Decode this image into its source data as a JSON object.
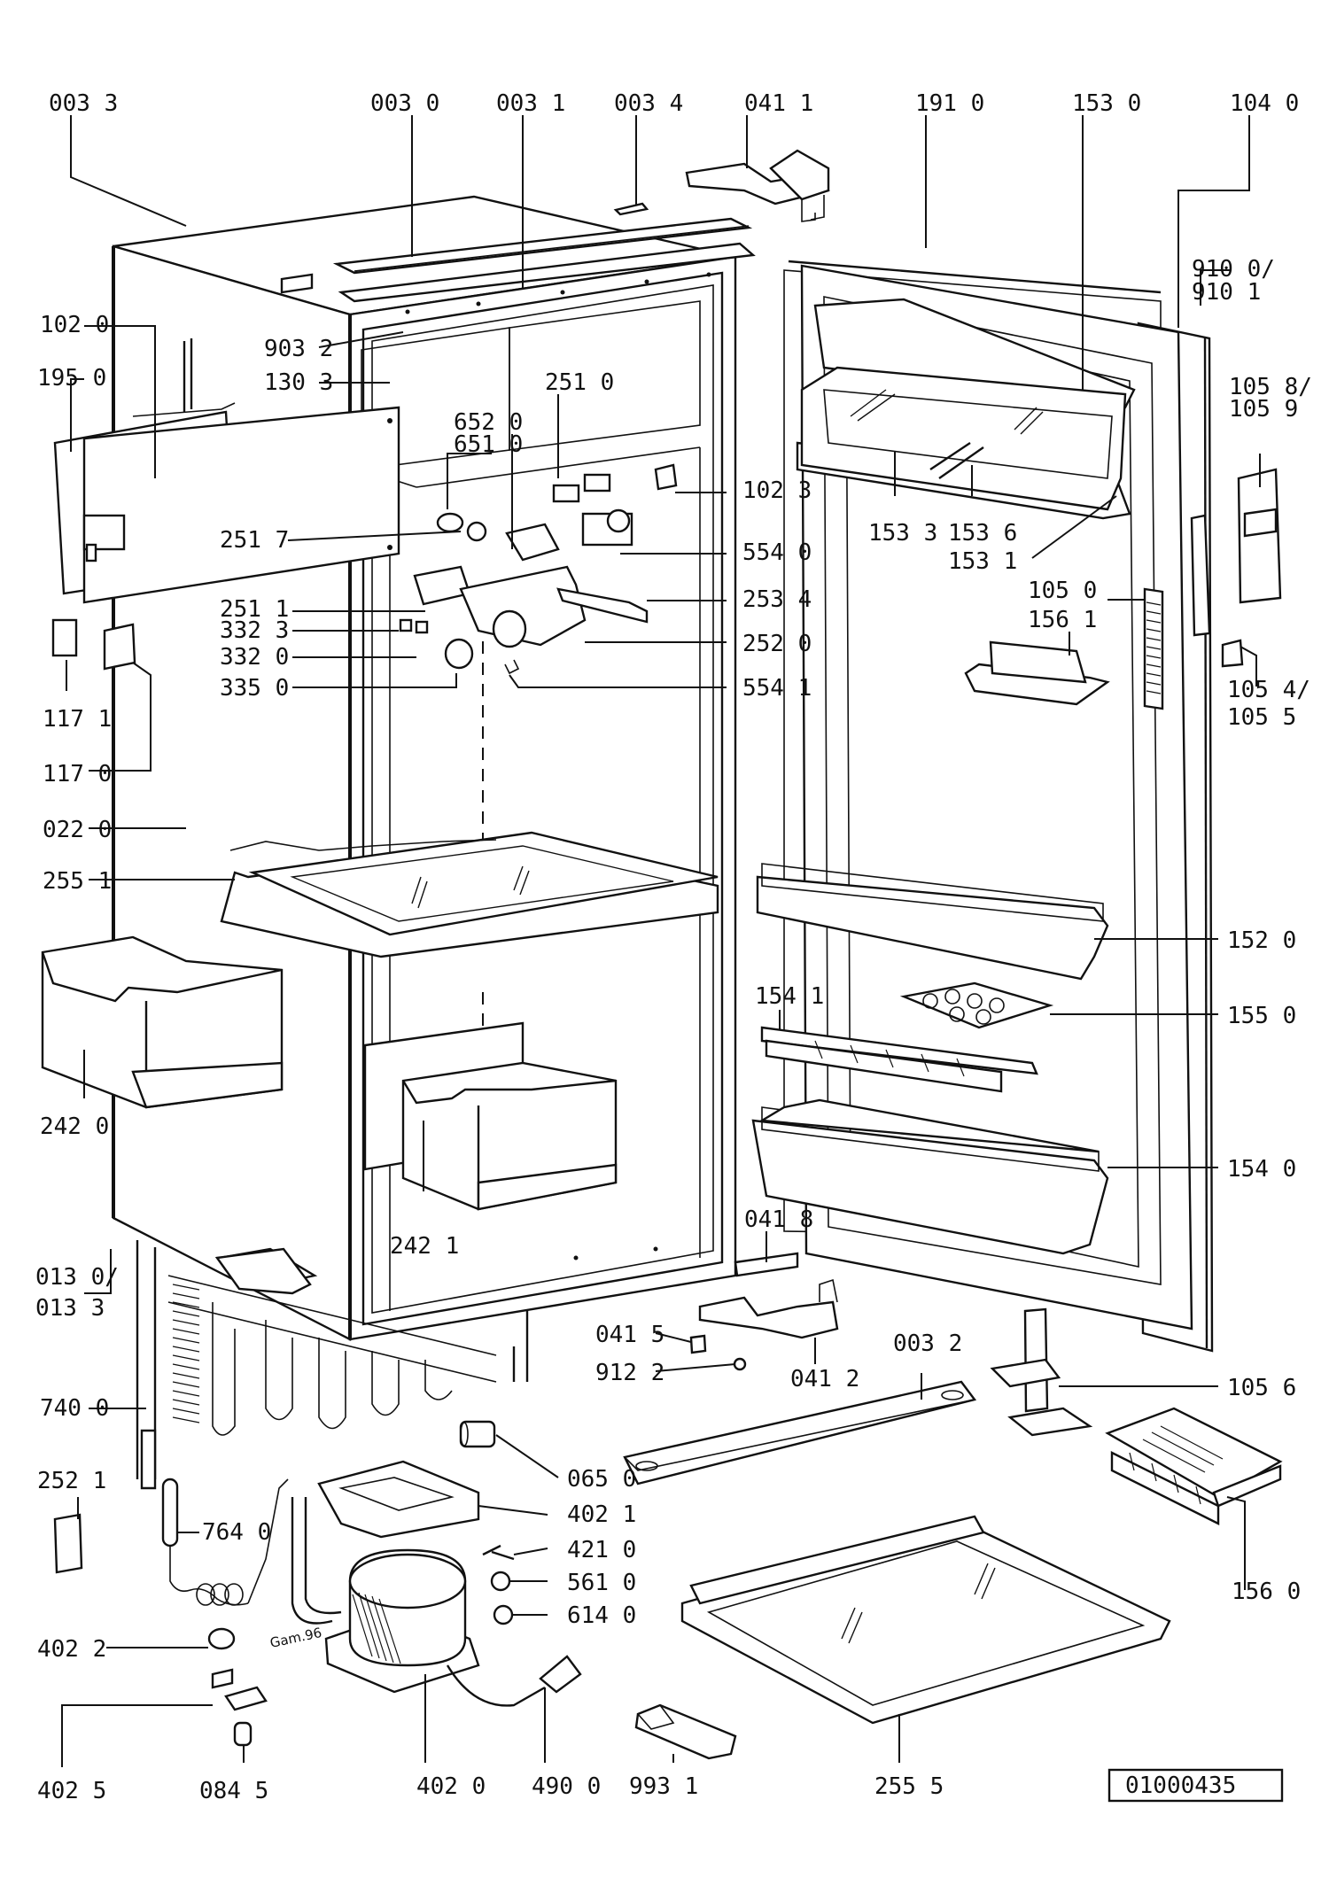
{
  "diagram": {
    "document_number": "01000435",
    "signature": "Gam.96",
    "part_labels": [
      "003 3",
      "003 0",
      "003 1",
      "003 4",
      "041 1",
      "191 0",
      "153 0",
      "104 0",
      "910 0/",
      "910 1",
      "102 0",
      "903 2",
      "195 0",
      "130 3",
      "251 0",
      "105 8/",
      "105 9",
      "652 0",
      "651 0",
      "102 3",
      "251 7",
      "153 3",
      "153 6",
      "153 1",
      "554 0",
      "105 0",
      "156 1",
      "251 1",
      "253 4",
      "332 3",
      "332 0",
      "252 0",
      "335 0",
      "554 1",
      "105 4/",
      "105 5",
      "117 1",
      "117 0",
      "022 0",
      "255 1",
      "152 0",
      "155 0",
      "154 1",
      "242 0",
      "154 0",
      "242 1",
      "041 8",
      "013 0/",
      "013 3",
      "041 5",
      "912 2",
      "041 2",
      "003 2",
      "105 6",
      "740 0",
      "065 0",
      "252 1",
      "402 1",
      "764 0",
      "421 0",
      "561 0",
      "614 0",
      "402 2",
      "156 0",
      "402 5",
      "084 5",
      "402 0",
      "490 0",
      "993 1",
      "255 5"
    ]
  }
}
